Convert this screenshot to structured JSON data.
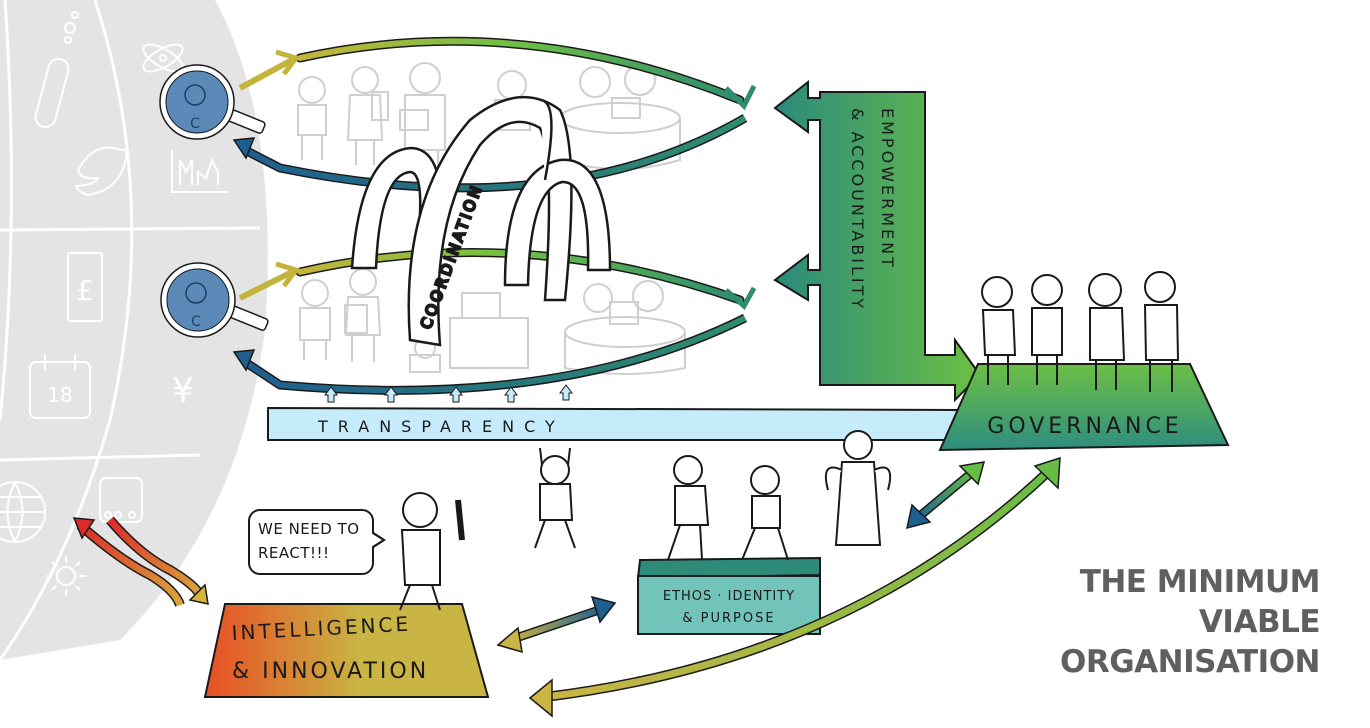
{
  "title": {
    "lines": [
      "THE MINIMUM",
      "VIABLE",
      "ORGANISATION"
    ]
  },
  "labels": {
    "coordination": "COORDINATION",
    "transparency": "TRANSPARENCY",
    "empowerment": "EMPOWERMENT",
    "accountability": "& ACCOUNTABILITY",
    "governance": "GOVERNANCE",
    "ethos_line1": "ETHOS · IDENTITY",
    "ethos_line2": "& PURPOSE",
    "intelligence_line1": "INTELLIGENCE",
    "intelligence_line2": "& INNOVATION",
    "speech_line1": "WE NEED TO",
    "speech_line2": "REACT!!!"
  },
  "environment_icons": [
    "test-tube",
    "atom",
    "twitter-bird",
    "bar-chart",
    "pound-note",
    "calendar-18",
    "yen",
    "globe",
    "chat-bubble",
    "sun"
  ],
  "colors": {
    "environment_grey": "#e4e4e4",
    "magnifier_blue": "#5b8ab8",
    "loop_yellow": "#c4b43a",
    "loop_green": "#5cb848",
    "loop_teal": "#2c8a7e",
    "loop_blue": "#1f5f8f",
    "transparency_fill": "#c6ecfb",
    "governance_top": "#6cbf45",
    "governance_bottom": "#2e8d7f",
    "ethos_top": "#2f8b79",
    "ethos_front": "#72c4ba",
    "intel_left": "#e94e24",
    "intel_right": "#c9b444",
    "title_text": "#5f5f5f"
  }
}
